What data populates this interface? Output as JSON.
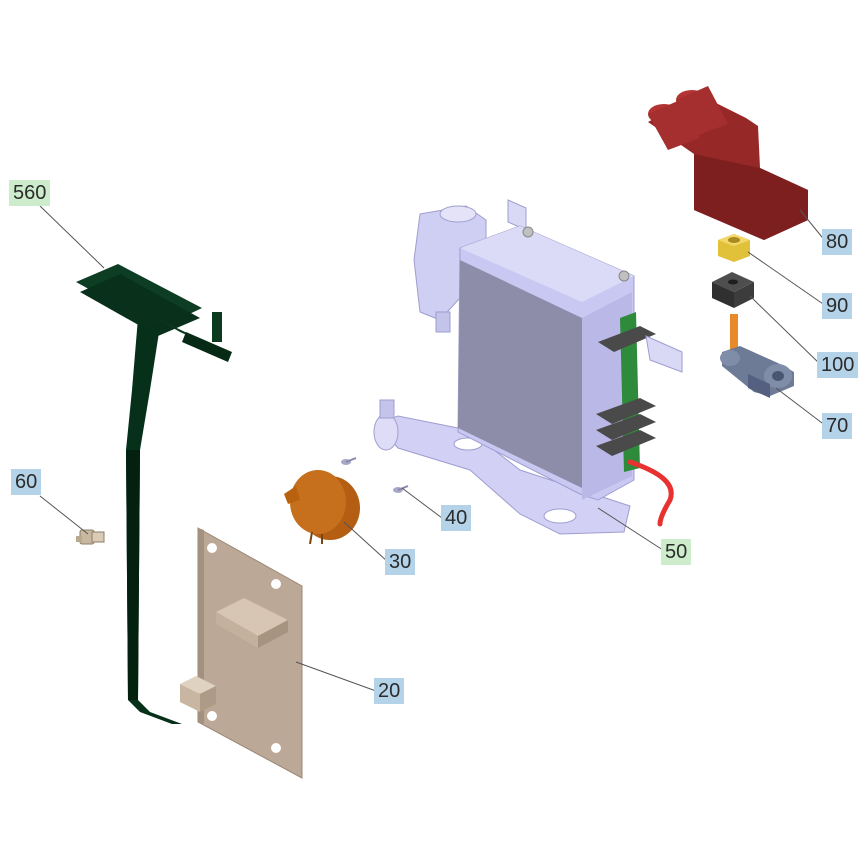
{
  "diagram": {
    "colors": {
      "callout_blue": "#b4d2e8",
      "callout_green": "#cdeccb",
      "leader": "#555555",
      "bracket": "#08301a",
      "plate": "#bba897",
      "housing": "#c9c8f2",
      "cover": "#962828",
      "nut": "#e1c13a",
      "block": "#3c3c3c",
      "clamp": "#6d7b96",
      "buzzer": "#c66f1c",
      "circuit_board": "#2e8b3c",
      "wire": "#e83232"
    },
    "callouts": [
      {
        "id": "80",
        "label": "80",
        "style": "blue",
        "part": "red-terminal-cover"
      },
      {
        "id": "90",
        "label": "90",
        "style": "blue",
        "part": "brass-nut"
      },
      {
        "id": "100",
        "label": "100",
        "style": "blue",
        "part": "black-block"
      },
      {
        "id": "70",
        "label": "70",
        "style": "blue",
        "part": "terminal-clamp"
      },
      {
        "id": "560",
        "label": "560",
        "style": "green",
        "part": "mounting-bracket"
      },
      {
        "id": "60",
        "label": "60",
        "style": "blue",
        "part": "small-fitting"
      },
      {
        "id": "40",
        "label": "40",
        "style": "blue",
        "part": "screws"
      },
      {
        "id": "30",
        "label": "30",
        "style": "blue",
        "part": "buzzer"
      },
      {
        "id": "50",
        "label": "50",
        "style": "green",
        "part": "relay-assembly"
      },
      {
        "id": "20",
        "label": "20",
        "style": "blue",
        "part": "base-plate"
      }
    ]
  }
}
